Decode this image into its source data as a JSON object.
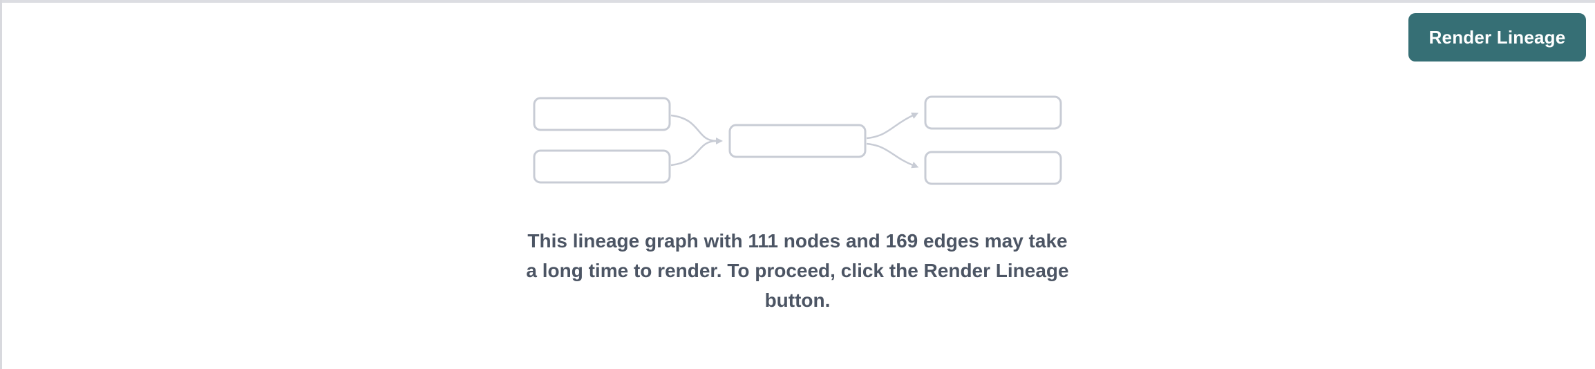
{
  "toolbar": {
    "render_button_label": "Render Lineage"
  },
  "placeholder": {
    "message_lines": [
      "This lineage graph with 111 nodes and 169 edges may take",
      "a long time to render. To proceed, click the Render Lineage",
      "button."
    ],
    "message_full": "This lineage graph with 111 nodes and 169 edges may take a long time to render. To proceed, click the Render Lineage button.",
    "node_count": 111,
    "edge_count": 169
  },
  "colors": {
    "button_teal": "#366f75",
    "button_text": "#ffffff",
    "message_text": "#4c5564",
    "diagram_stroke": "#c8ccd5",
    "panel_border": "#dcdde2"
  }
}
